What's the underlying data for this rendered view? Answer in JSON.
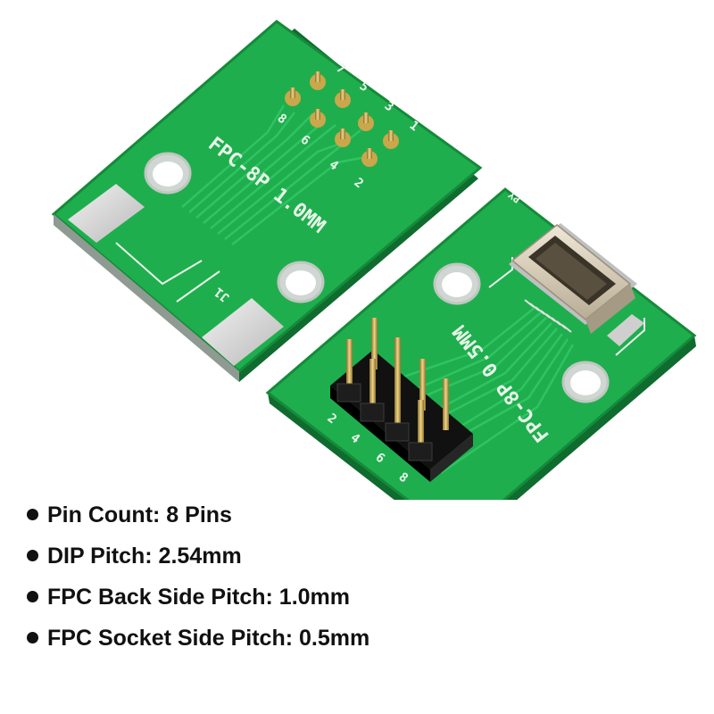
{
  "board_back": {
    "label": "FPC-8P 1.0MM",
    "ref": "J1",
    "pin_numbers": [
      "7",
      "5",
      "3",
      "1",
      "8",
      "6",
      "4",
      "2"
    ]
  },
  "board_front": {
    "label": "FPC-8P 0.5MM",
    "mark": "PY",
    "pin_numbers": [
      "2",
      "4",
      "6",
      "8"
    ]
  },
  "specs": [
    "Pin Count: 8 Pins",
    "DIP Pitch: 2.54mm",
    "FPC Back Side Pitch: 1.0mm",
    "FPC Socket Side Pitch: 0.5mm"
  ],
  "colors": {
    "pcb_green": "#1fae4d",
    "pcb_edge": "#158a3a",
    "silkscreen": "#e9f7ea",
    "pad_silver": "#d9d9d9",
    "header_black": "#1a1a1a",
    "pin_gold": "#c9a74a",
    "connector_beige": "#d8cdb8"
  }
}
